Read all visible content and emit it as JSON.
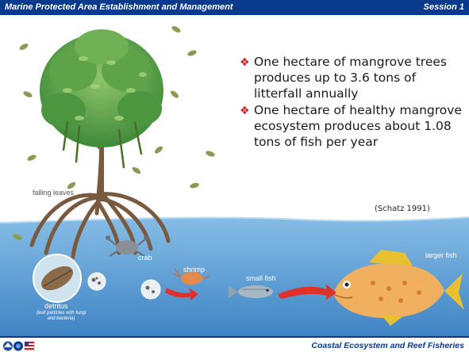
{
  "header": {
    "title": "Marine Protected Area Establishment and Management",
    "session": "Session 1"
  },
  "bullets": [
    "One hectare of mangrove trees produces up to 3.6 tons of litterfall annually",
    "One hectare of healthy mangrove ecosystem produces about 1.08 tons of fish per year"
  ],
  "bullet_symbol": "❖",
  "citation": "(Schatz 1991)",
  "diagram": {
    "falling_leaves": "falling leaves",
    "crab": "crab",
    "shrimp": "shrimp",
    "small_fish": "small fish",
    "larger_fish": "larger fish",
    "detritus": "detritus",
    "detritus_note": "(leaf particles with fungi and bacteria)"
  },
  "footer": {
    "text": "Coastal Ecosystem and Reef Fisheries"
  },
  "colors": {
    "header_bg": "#0a3a8c",
    "water": "#6fa9d6",
    "bullet": "#cc2020",
    "arrow": "#e0302a"
  },
  "icons": [
    "agency-logo-icon",
    "agency-logo-icon",
    "flag-icon"
  ]
}
